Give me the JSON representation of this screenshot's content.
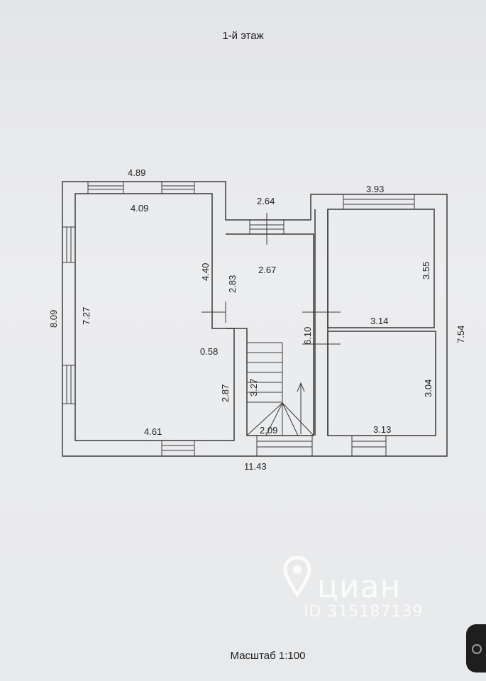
{
  "document": {
    "title": "1-й этаж",
    "scale_label": "Масштаб 1:100"
  },
  "dimensions": {
    "left_top_outer": "4.89",
    "left_top_inner": "4.09",
    "left_height_outer": "8.09",
    "left_height_inner": "7.27",
    "left_wall_right": "4.40",
    "left_bottom_inner": "4.61",
    "left_lower_right": "2.87",
    "step_offset": "0.58",
    "middle_top_outer": "2.64",
    "middle_width_inner": "2.67",
    "middle_height": "2.83",
    "stair_length": "3.27",
    "stair_width": "2.09",
    "middle_total_height": "6.10",
    "right_top_outer": "3.93",
    "right_upper_height": "3.55",
    "right_middle_width": "3.14",
    "right_lower_height": "3.04",
    "right_bottom_width": "3.13",
    "right_height_outer": "7.54",
    "total_width": "11.43"
  },
  "watermark": {
    "brand": "циан",
    "listing_id": "ID 315187139",
    "icon": "location-pin-icon"
  },
  "colors": {
    "paper": "#e9eaec",
    "lines": "#3a3a3a",
    "watermark": "#ffffff"
  }
}
